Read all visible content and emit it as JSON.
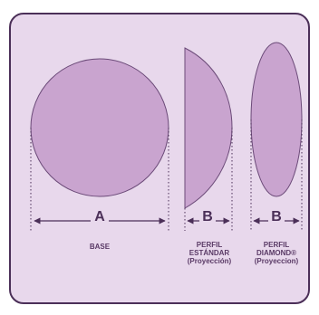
{
  "colors": {
    "background": "#e8d8ec",
    "border": "#4b2f58",
    "shape_fill": "#c9a4cf",
    "shape_stroke": "#6b4a78",
    "text": "#5a3a66"
  },
  "dimensions": {
    "base": "A",
    "standard": "B",
    "diamond": "B"
  },
  "labels": {
    "base": "BASE",
    "standard_line1": "PERFIL",
    "standard_line2": "ESTÁNDAR",
    "standard_line3": "(Proyección)",
    "diamond_line1": "PERFIL",
    "diamond_line2": "DIAMOND®",
    "diamond_line3": "(Proyeccion)"
  }
}
